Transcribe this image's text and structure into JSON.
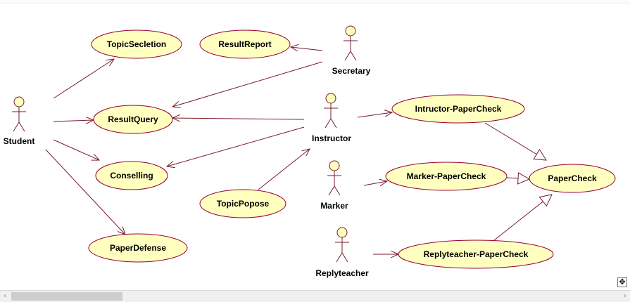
{
  "diagram": {
    "use_cases": [
      {
        "id": "topic_selection",
        "label": "TopicSecletion"
      },
      {
        "id": "result_report",
        "label": "ResultReport"
      },
      {
        "id": "result_query",
        "label": "ResultQuery"
      },
      {
        "id": "conselling",
        "label": "Conselling"
      },
      {
        "id": "topic_propose",
        "label": "TopicPopose"
      },
      {
        "id": "paper_defense",
        "label": "PaperDefense"
      },
      {
        "id": "instructor_papercheck",
        "label": "Intructor-PaperCheck"
      },
      {
        "id": "marker_papercheck",
        "label": "Marker-PaperCheck"
      },
      {
        "id": "replyteacher_papercheck",
        "label": "Replyteacher-PaperCheck"
      },
      {
        "id": "papercheck",
        "label": "PaperCheck"
      }
    ],
    "actors": [
      {
        "id": "student",
        "label": "Student"
      },
      {
        "id": "secretary",
        "label": "Secretary"
      },
      {
        "id": "instructor",
        "label": "Instructor"
      },
      {
        "id": "marker",
        "label": "Marker"
      },
      {
        "id": "replyteacher",
        "label": "Replyteacher"
      }
    ],
    "colors": {
      "usecase_fill": "#ffffc0",
      "usecase_stroke": "#990033",
      "actor_fill": "#ffffc0",
      "actor_stroke": "#990033",
      "line": "#7a1a2a"
    }
  },
  "scrollbar": {
    "left_arrow": "‹",
    "right_arrow": "›"
  },
  "corner": {
    "icon": "move-icon",
    "glyph": "✥"
  }
}
